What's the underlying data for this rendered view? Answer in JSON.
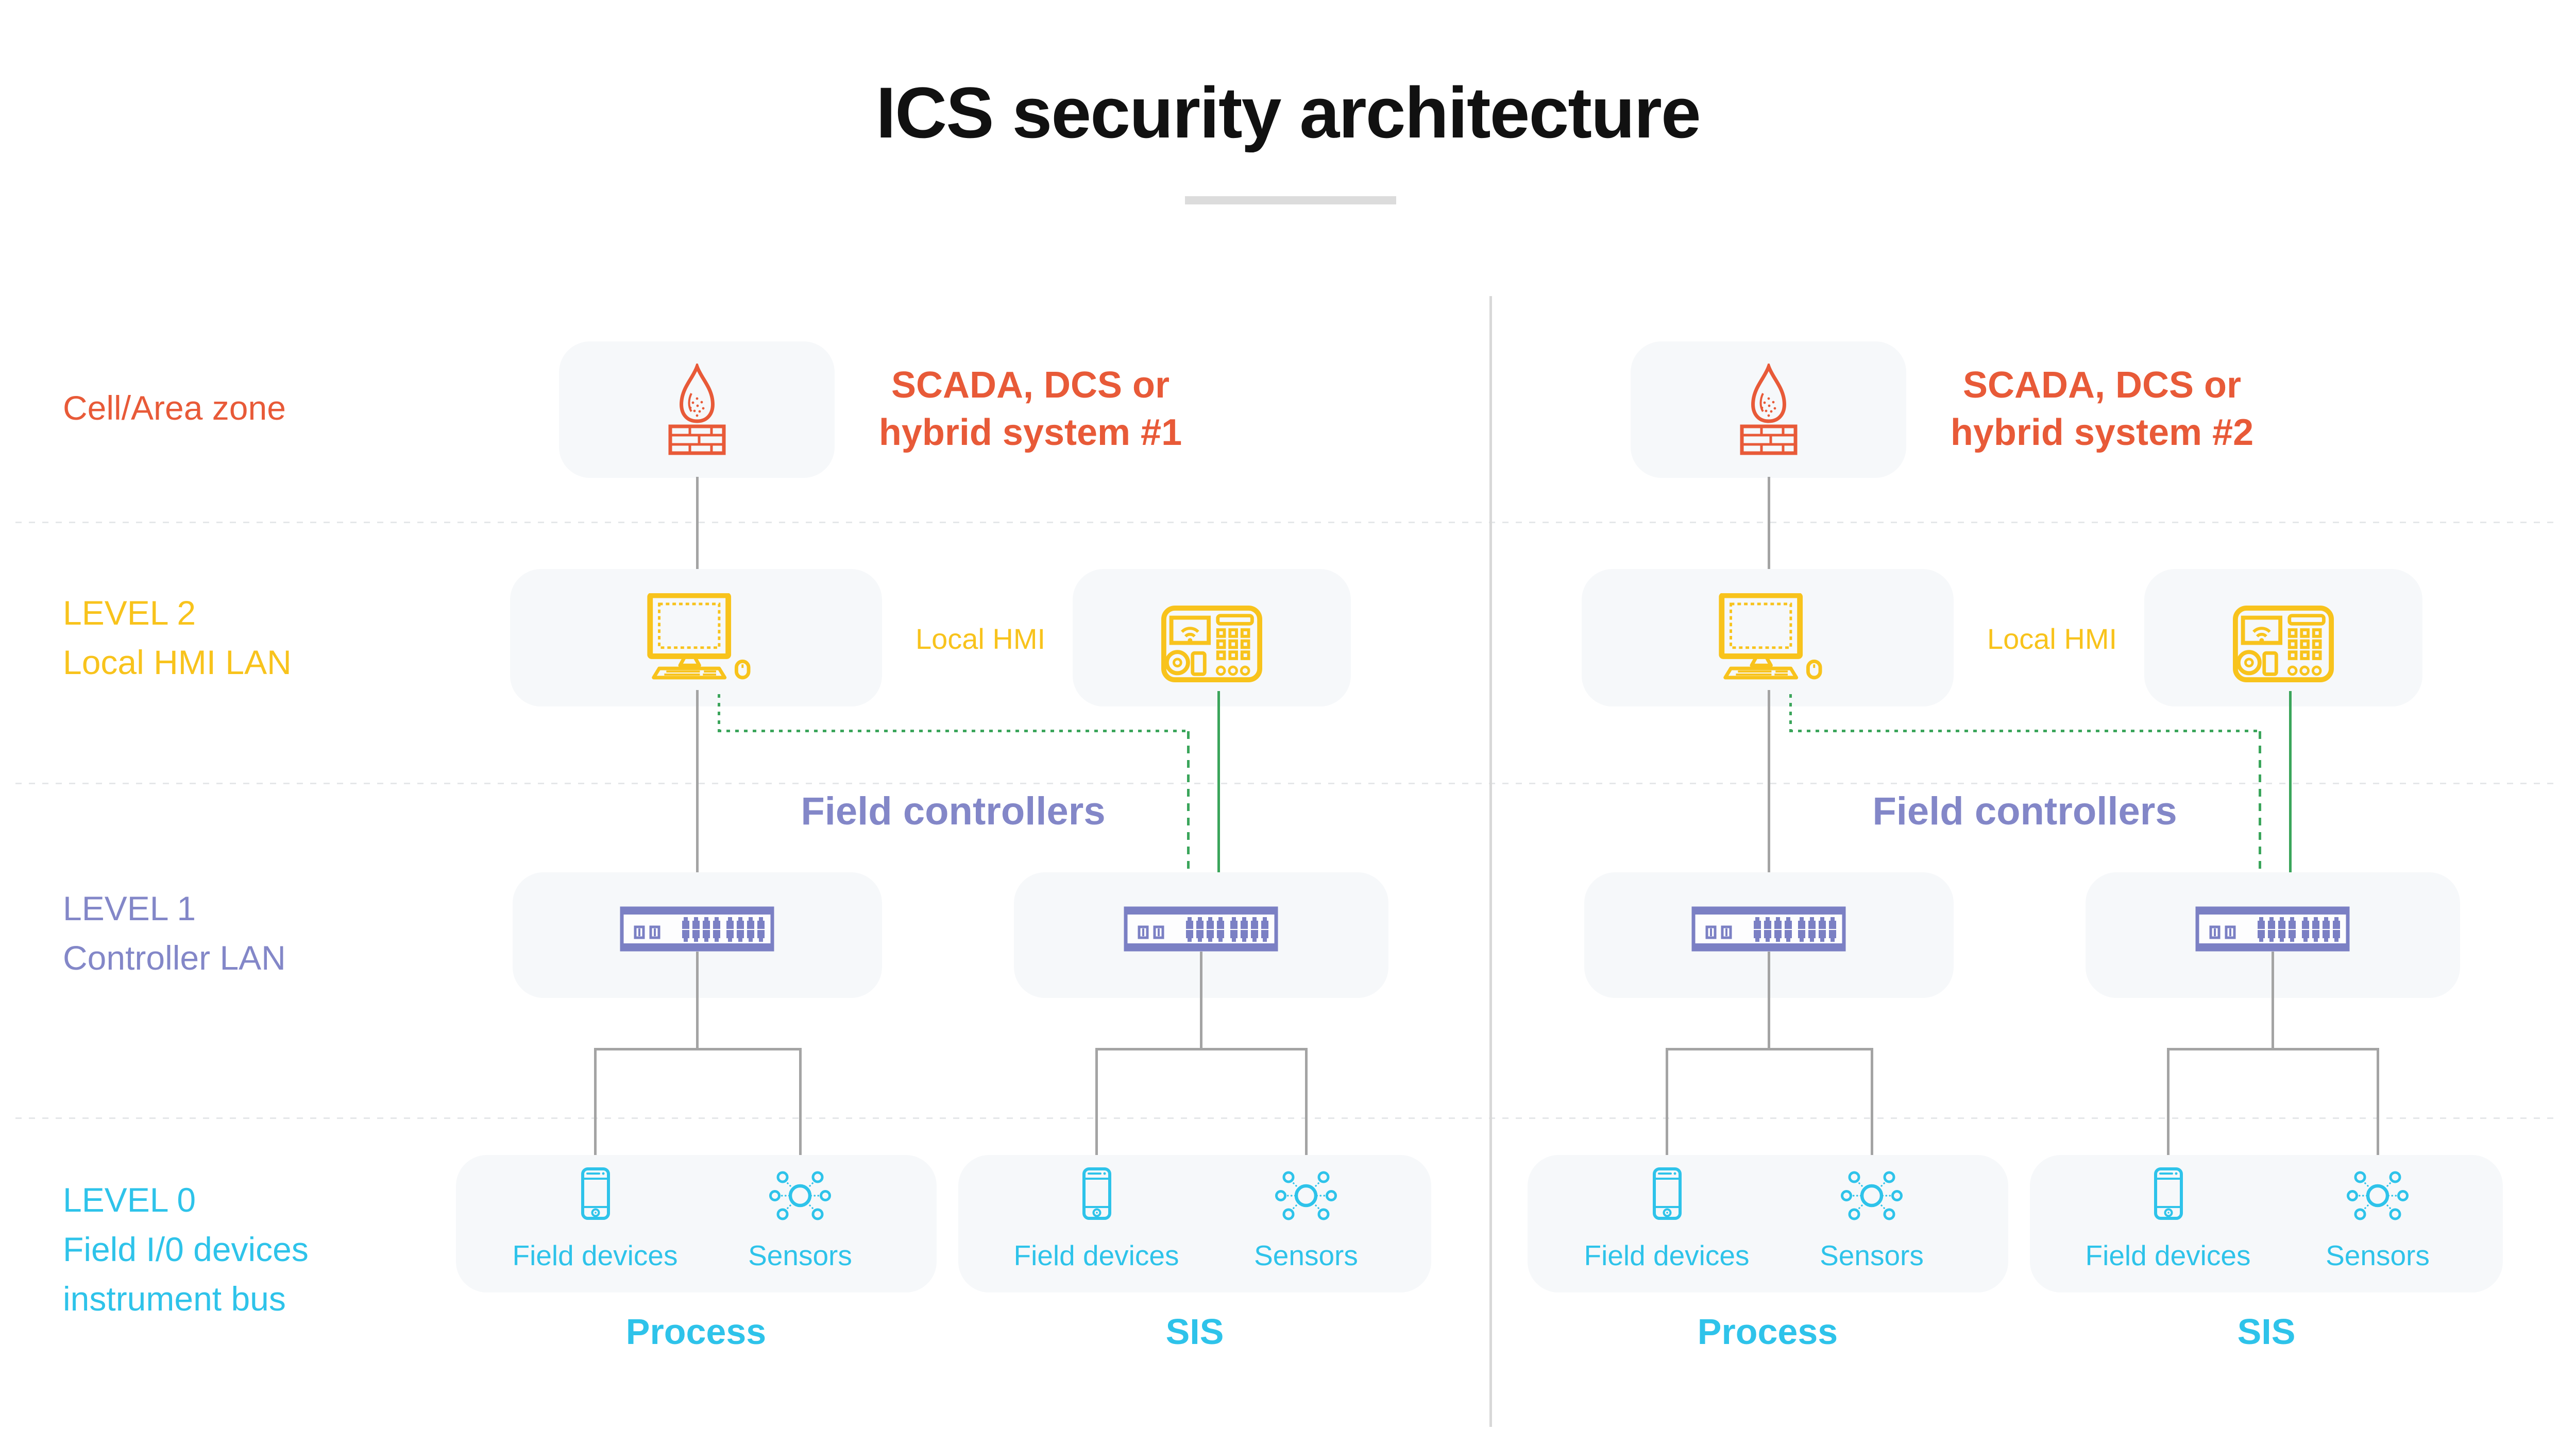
{
  "title": "ICS security architecture",
  "zones": {
    "cell_area": {
      "label": "Cell/Area zone"
    },
    "level2": {
      "line1": "LEVEL 2",
      "line2": "Local HMI LAN"
    },
    "level1": {
      "line1": "LEVEL 1",
      "line2": "Controller LAN"
    },
    "level0": {
      "line1": "LEVEL 0",
      "line2": "Field I/0 devices",
      "line3": "instrument bus"
    }
  },
  "systems": [
    {
      "line1": "SCADA, DCS or",
      "line2": "hybrid system #1"
    },
    {
      "line1": "SCADA, DCS or",
      "line2": "hybrid system #2"
    }
  ],
  "shared": {
    "local_hmi": "Local HMI",
    "field_controllers": "Field controllers",
    "field_devices": "Field devices",
    "sensors": "Sensors",
    "process": "Process",
    "sis": "SIS"
  },
  "icons": {
    "firewall": "firewall-flame-icon",
    "workstation": "workstation-computer-icon",
    "hmi_panel": "hmi-panel-icon",
    "network_switch": "network-switch-icon",
    "field_device": "field-device-phone-icon",
    "sensors": "sensors-network-icon"
  },
  "colors": {
    "orange": "#E85A38",
    "yellow": "#F8C31C",
    "purple": "#8387C8",
    "cyan": "#2EC3EA",
    "green": "#3BA55B",
    "box_background": "#F6F8FA",
    "connector_gray": "#A4A4A4",
    "separator": "#E5E7E9",
    "divider": "#D8D8D8",
    "title_text": "#111111",
    "title_bar": "#DCDCDC"
  }
}
